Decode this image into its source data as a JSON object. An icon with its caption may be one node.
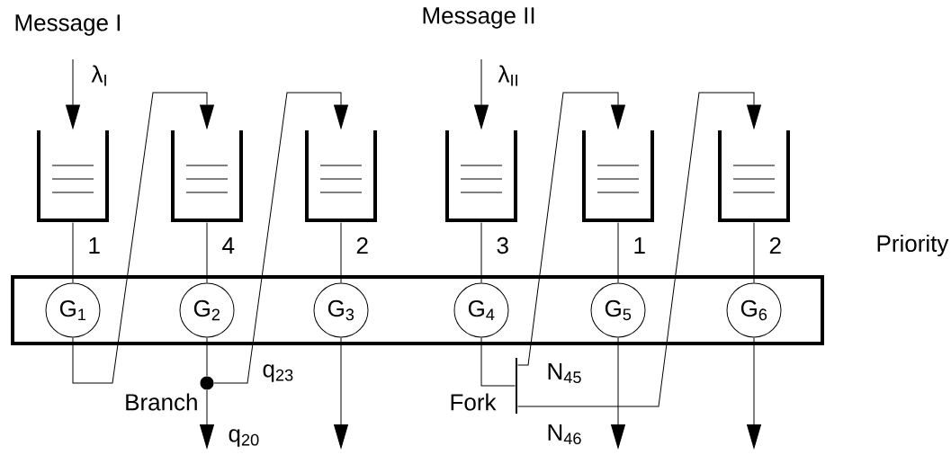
{
  "diagram": {
    "nodes": [
      {
        "text": [],
        "shape": "box"
      },
      {
        "text": [
          "G$_{1}$"
        ],
        "in": 0
      },
      {
        "text": [
          "G$_{2}$"
        ],
        "in": 0
      },
      {
        "text": [
          "G$_{3}$"
        ],
        "in": 0
      },
      {
        "text": [
          "G$_{4}$"
        ],
        "in": 0
      },
      {
        "text": [
          "G$_{5}$"
        ],
        "in": 0
      },
      {
        "text": [
          "G$_{6}$"
        ],
        "in": 0
      },
      {
        "text": [],
        "shape": "container"
      },
      {
        "text": [],
        "shape": "container"
      },
      {
        "text": [],
        "shape": "container"
      },
      {
        "text": [],
        "shape": "container"
      },
      {
        "text": [],
        "shape": "container"
      },
      {
        "text": [],
        "shape": "container"
      },
      {
        "text": [],
        "shape": "circle",
        "beside": [
          "Branch"
        ]
      },
      {
        "text": [],
        "shape": "bar",
        "beside": [
          "Fork"
        ]
      }
    ],
    "edges": [
      {
        "from": null,
        "to": 7,
        "arrow": "to",
        "label": "λ$_{I}$"
      },
      {
        "from": null,
        "to": 10,
        "arrow": "to",
        "label": "λ$_{II}$"
      },
      {
        "from": 7,
        "to": 1,
        "arrow": "none",
        "label": "1"
      },
      {
        "from": 8,
        "to": 2,
        "arrow": "none",
        "label": "4"
      },
      {
        "from": 9,
        "to": 3,
        "arrow": "none",
        "label": "2"
      },
      {
        "from": 10,
        "to": 4,
        "arrow": "none",
        "label": "3"
      },
      {
        "from": 11,
        "to": 5,
        "arrow": "none",
        "label": "1"
      },
      {
        "from": 12,
        "to": 6,
        "arrow": "none",
        "label": "2"
      },
      {
        "from": 1,
        "to": 8,
        "arrow": "to"
      },
      {
        "from": 2,
        "to": 13,
        "arrow": "none"
      },
      {
        "from": 13,
        "to": null,
        "arrow": "to",
        "label": "q$_{20}$"
      },
      {
        "from": 13,
        "to": 9,
        "arrow": "to",
        "label": "q$_{23}$"
      },
      {
        "from": 3,
        "to": null,
        "arrow": "to"
      },
      {
        "from": 4,
        "to": 14,
        "arrow": "none"
      },
      {
        "from": 14,
        "to": 11,
        "arrow": "to",
        "label": "N$_{45}$"
      },
      {
        "from": 14,
        "to": 12,
        "arrow": "to",
        "label": "N$_{46}$"
      },
      {
        "from": 5,
        "to": null,
        "arrow": "to"
      },
      {
        "from": 6,
        "to": null,
        "arrow": "to"
      }
    ],
    "labels": [
      "Message I",
      "Message II",
      "Priority"
    ]
  }
}
